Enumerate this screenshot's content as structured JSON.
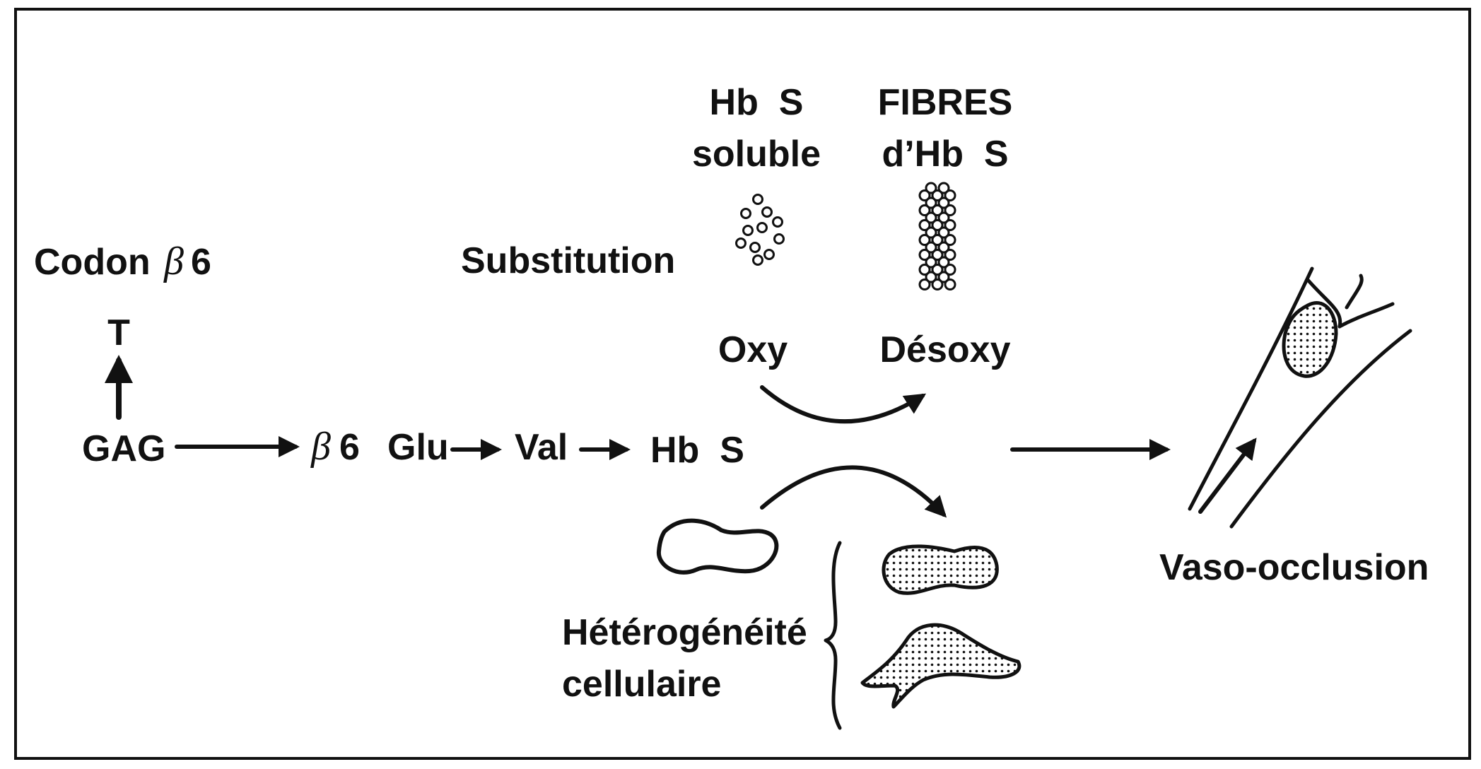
{
  "labels": {
    "codon_prefix": "Codon",
    "beta_symbol": "β",
    "codon_six": "6",
    "t_base": "T",
    "gag": "GAG",
    "beta6_six": "6",
    "glu": "Glu",
    "val": "Val",
    "hbs": "Hb  S",
    "substitution": "Substitution",
    "hbs_soluble_line1": "Hb  S",
    "hbs_soluble_line2": "soluble",
    "fibres_line1": "FIBRES",
    "fibres_line2": "d’Hb  S",
    "oxy": "Oxy",
    "desoxy": "Désoxy",
    "heterogeneite_line1": "Hétérogénéité",
    "heterogeneite_line2": "cellulaire",
    "vaso_occlusion": "Vaso-occlusion"
  },
  "colors": {
    "ink": "#111111",
    "background": "#ffffff"
  }
}
